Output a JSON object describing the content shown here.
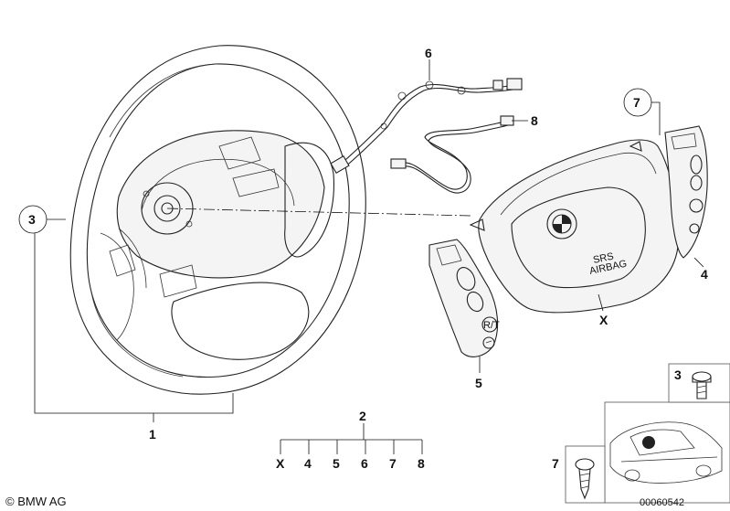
{
  "callouts": {
    "wheel_label": "1",
    "kit_label": "2",
    "screw_label": "3",
    "button_right_label": "4",
    "button_left_label": "5",
    "harness_label": "6",
    "tapping_screw_label": "7",
    "cable_label": "8",
    "airbag_label": "X"
  },
  "kit_contents": [
    "X",
    "4",
    "5",
    "6",
    "7",
    "8"
  ],
  "inset": {
    "screw_label": "3",
    "tapping_screw_label": "7"
  },
  "footer": {
    "copyright": "© BMW AG",
    "diagram_number": "00060542"
  },
  "airbag_logo": {
    "line1": "SRS",
    "line2": "AIRBAG"
  },
  "button_glyphs": {
    "left_r_t": "R/T"
  }
}
